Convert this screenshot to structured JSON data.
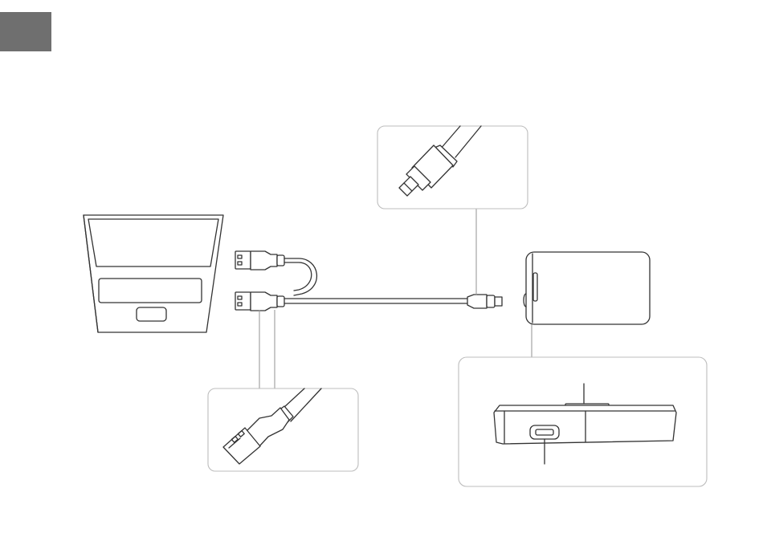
{
  "colors": {
    "tab": "#6f6f6f",
    "line": "#333333",
    "callout_border": "#bdbdbd",
    "leader": "#9a9a9a",
    "background": "#ffffff"
  },
  "diagram": {
    "components": [
      {
        "id": "laptop",
        "icon": "laptop-icon"
      },
      {
        "id": "dual-usb-y-cable",
        "icon": "usb-y-cable-icon"
      },
      {
        "id": "external-hard-drive",
        "icon": "hard-drive-icon"
      },
      {
        "id": "mini-usb-plug-detail",
        "icon": "mini-usb-plug-icon"
      },
      {
        "id": "usb-a-plug-detail",
        "icon": "usb-a-plug-icon"
      },
      {
        "id": "drive-port-detail",
        "icon": "mini-usb-port-icon"
      }
    ]
  }
}
